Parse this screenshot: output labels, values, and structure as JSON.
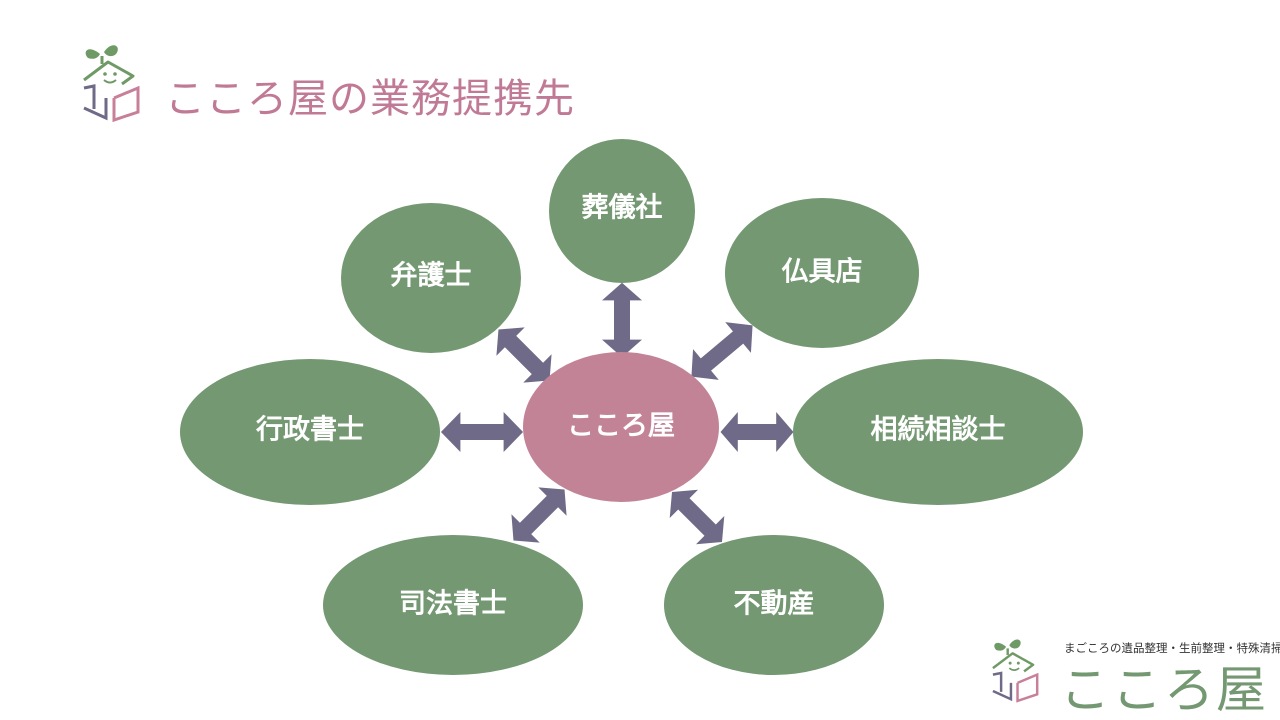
{
  "header": {
    "title": "こころ屋の業務提携先"
  },
  "diagram": {
    "center": {
      "label": "こころ屋"
    },
    "partners": [
      {
        "label": "葬儀社"
      },
      {
        "label": "仏具店"
      },
      {
        "label": "相続相談士"
      },
      {
        "label": "不動産"
      },
      {
        "label": "司法書士"
      },
      {
        "label": "行政書士"
      },
      {
        "label": "弁護士"
      }
    ]
  },
  "footer_logo": {
    "tagline": "まごころの遺品整理・生前整理・特殊清掃",
    "name": "こころ屋"
  },
  "colors": {
    "partner": "#739872",
    "center": "#c38396",
    "arrow": "#6e6a87",
    "title": "#c07a95"
  }
}
